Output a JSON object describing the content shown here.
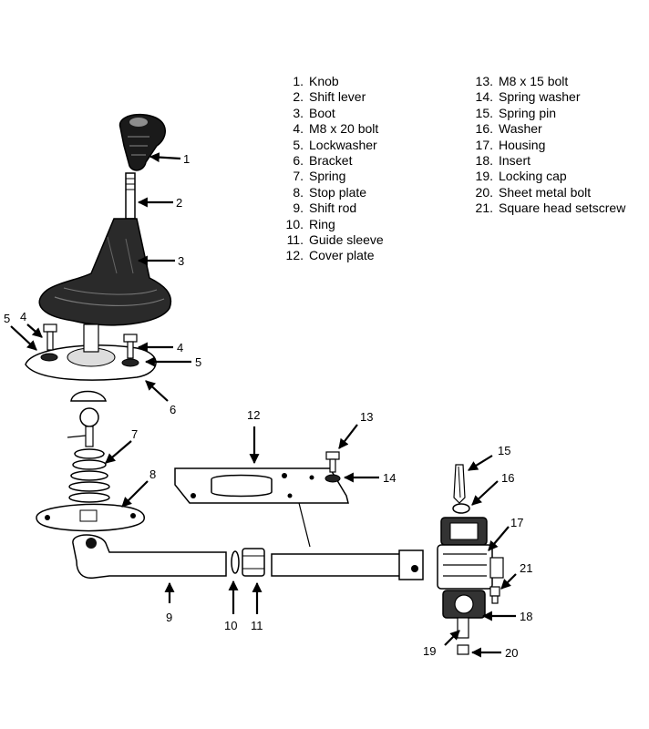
{
  "legend": {
    "left": [
      {
        "num": "1.",
        "name": "Knob"
      },
      {
        "num": "2.",
        "name": "Shift lever"
      },
      {
        "num": "3.",
        "name": "Boot"
      },
      {
        "num": "4.",
        "name": "M8 x 20 bolt"
      },
      {
        "num": "5.",
        "name": "Lockwasher"
      },
      {
        "num": "6.",
        "name": "Bracket"
      },
      {
        "num": "7.",
        "name": "Spring"
      },
      {
        "num": "8.",
        "name": "Stop plate"
      },
      {
        "num": "9.",
        "name": "Shift rod"
      },
      {
        "num": "10.",
        "name": "Ring"
      },
      {
        "num": "11.",
        "name": "Guide sleeve"
      },
      {
        "num": "12.",
        "name": "Cover plate"
      }
    ],
    "right": [
      {
        "num": "13.",
        "name": "M8 x 15 bolt"
      },
      {
        "num": "14.",
        "name": "Spring washer"
      },
      {
        "num": "15.",
        "name": "Spring pin"
      },
      {
        "num": "16.",
        "name": "Washer"
      },
      {
        "num": "17.",
        "name": "Housing"
      },
      {
        "num": "18.",
        "name": "Insert"
      },
      {
        "num": "19.",
        "name": "Locking cap"
      },
      {
        "num": "20.",
        "name": "Sheet metal bolt"
      },
      {
        "num": "21.",
        "name": "Square head setscrew"
      }
    ]
  },
  "callouts": {
    "c1": "1",
    "c2": "2",
    "c3": "3",
    "c4a": "4",
    "c4b": "4",
    "c5a": "5",
    "c5b": "5",
    "c6": "6",
    "c7": "7",
    "c8": "8",
    "c9": "9",
    "c10": "10",
    "c11": "11",
    "c12": "12",
    "c13": "13",
    "c14": "14",
    "c15": "15",
    "c16": "16",
    "c17": "17",
    "c18": "18",
    "c19": "19",
    "c20": "20",
    "c21": "21"
  }
}
